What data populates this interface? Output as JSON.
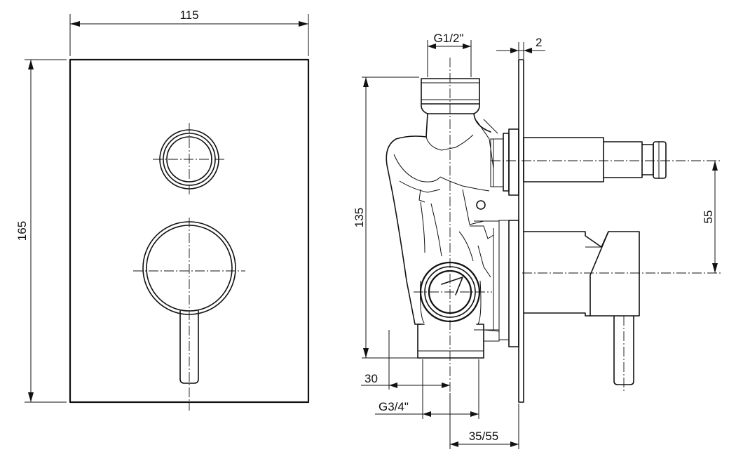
{
  "dimensions": {
    "plate_width": "115",
    "plate_height": "165",
    "inlet_thread": "G1/2\"",
    "plate_thickness": "2",
    "body_height": "135",
    "outlet_spacing": "55",
    "outlet_offset": "30",
    "outlet_thread": "G3/4\"",
    "installation_depth": "35/55"
  }
}
